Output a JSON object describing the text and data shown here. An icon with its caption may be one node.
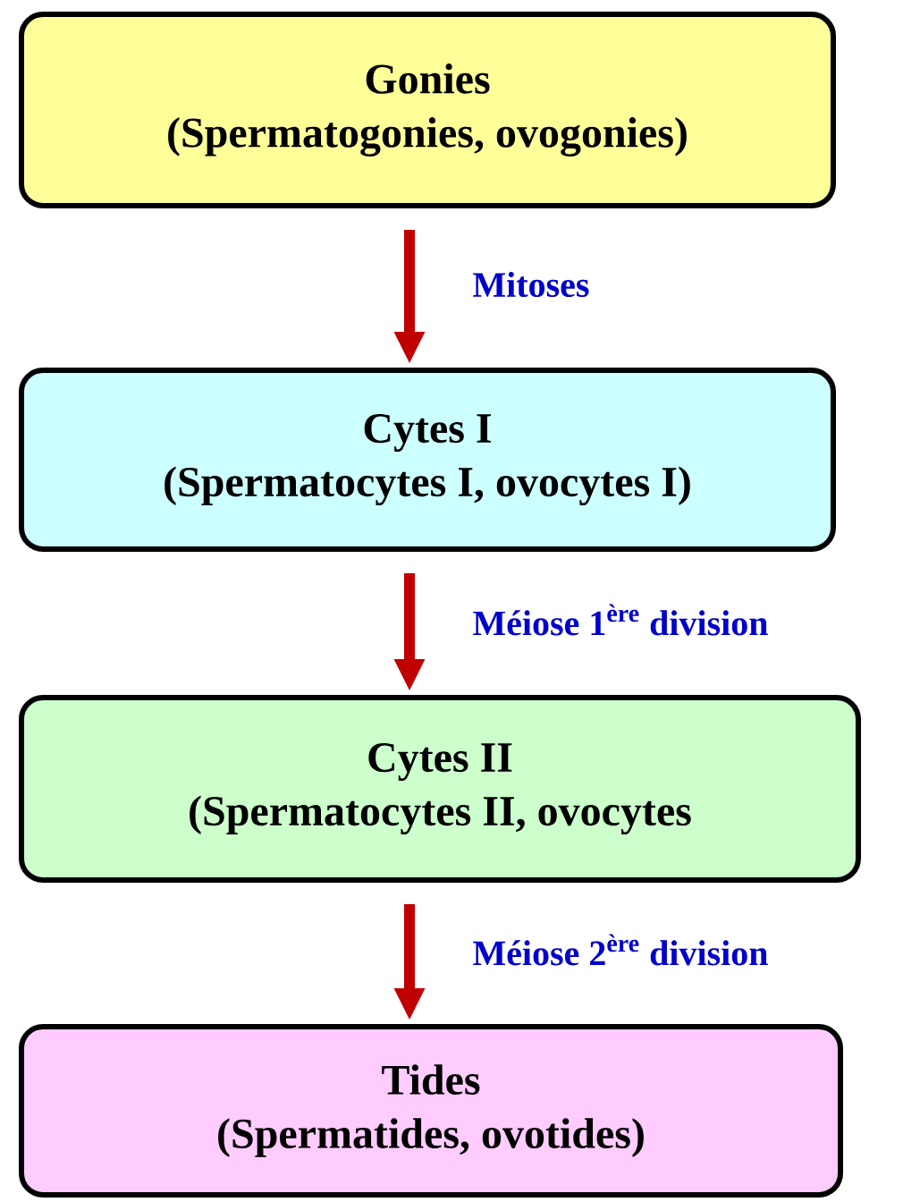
{
  "diagram": {
    "nodes": [
      {
        "text": [
          "Gonies",
          "(Spermatogonies, ovogonies)"
        ]
      },
      {
        "text": [
          "Cytes I",
          "(Spermatocytes I, ovocytes I)"
        ]
      },
      {
        "text": [
          "Cytes II",
          "(Spermatocytes II, ovocytes"
        ]
      },
      {
        "text": [
          "Tides",
          "(Spermatides, ovotides)"
        ]
      }
    ],
    "edges": [
      {
        "from": 0,
        "to": 1,
        "arrow": "to",
        "label": "Mitoses"
      },
      {
        "from": 1,
        "to": 2,
        "arrow": "to",
        "label": "Méiose 1$^{ère}$ division"
      },
      {
        "from": 2,
        "to": 3,
        "arrow": "to",
        "label": "Méiose 2$^{ère}$ division"
      }
    ]
  }
}
